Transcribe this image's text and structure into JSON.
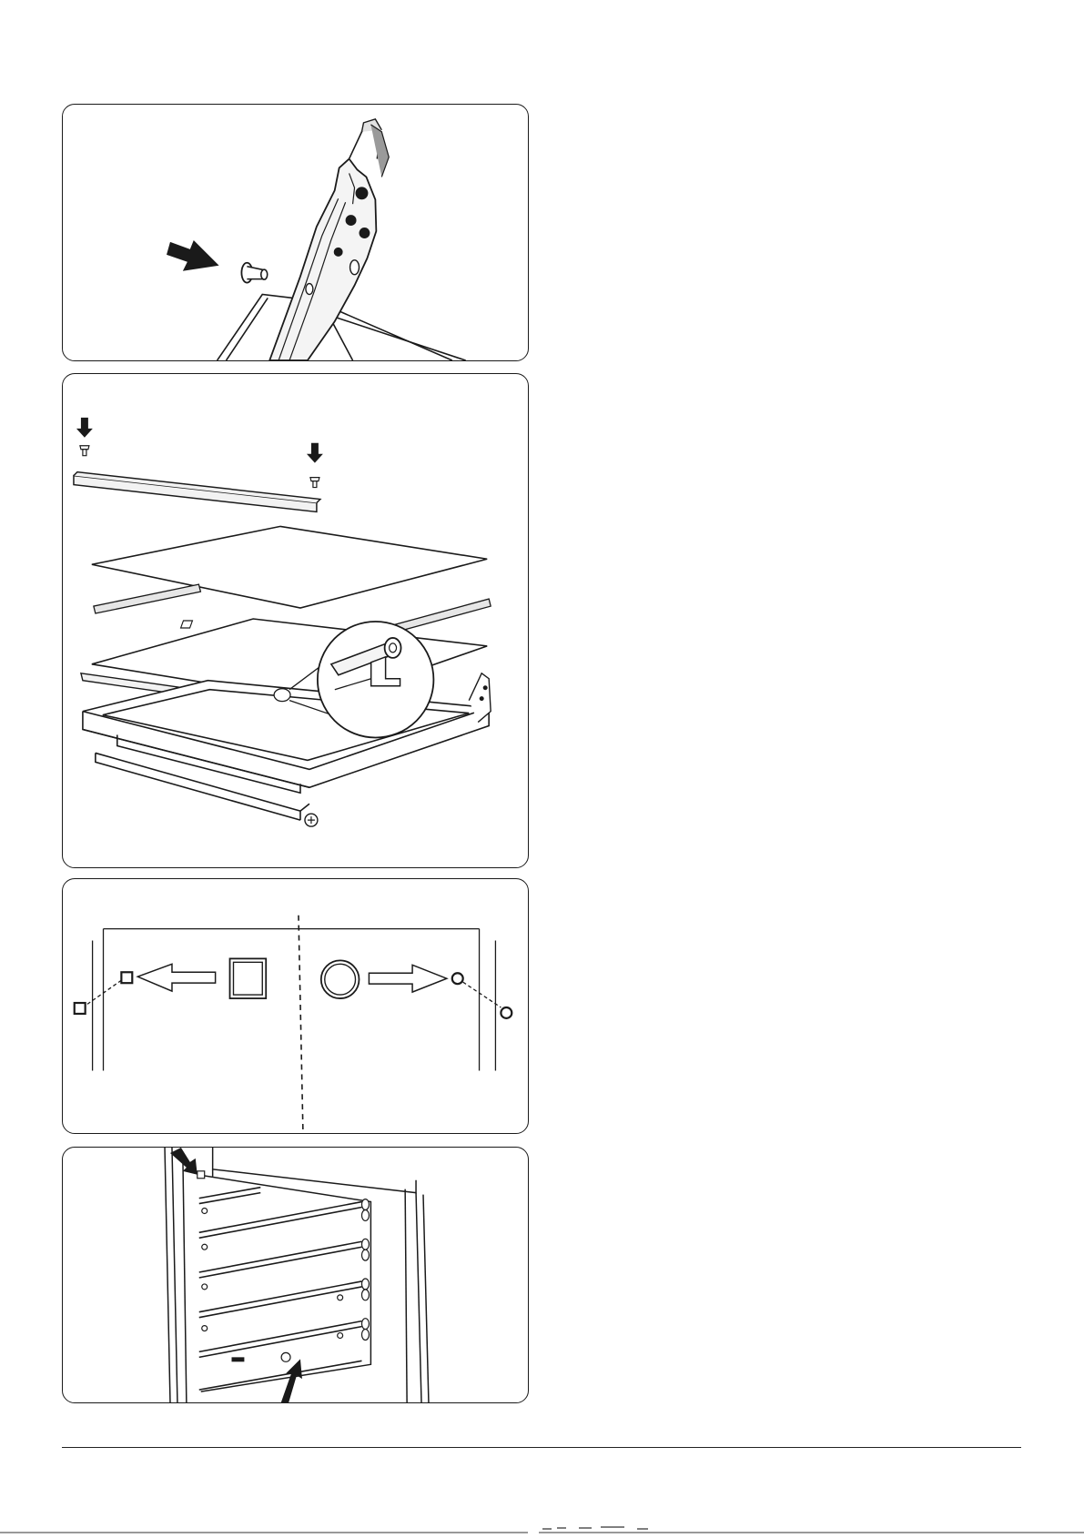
{
  "page": {
    "figures": [
      {
        "id": "fig-hinge-pin",
        "icons": [
          "push-arrow-icon",
          "hinge-pin-icon"
        ]
      },
      {
        "id": "fig-door-glass-exploded",
        "icons": [
          "down-arrow-icon",
          "screw-icon",
          "seal-detail-magnifier-icon"
        ]
      },
      {
        "id": "fig-glass-orientation",
        "icons": [
          "square-marker-icon",
          "circle-marker-icon",
          "left-arrow-icon",
          "right-arrow-icon"
        ]
      },
      {
        "id": "fig-oven-door-open",
        "icons": [
          "diagonal-arrow-icon",
          "up-arrow-icon"
        ]
      }
    ],
    "colors": {
      "line": "#1a1a1a",
      "background": "#ffffff",
      "shade": "#bdbdbd"
    }
  }
}
